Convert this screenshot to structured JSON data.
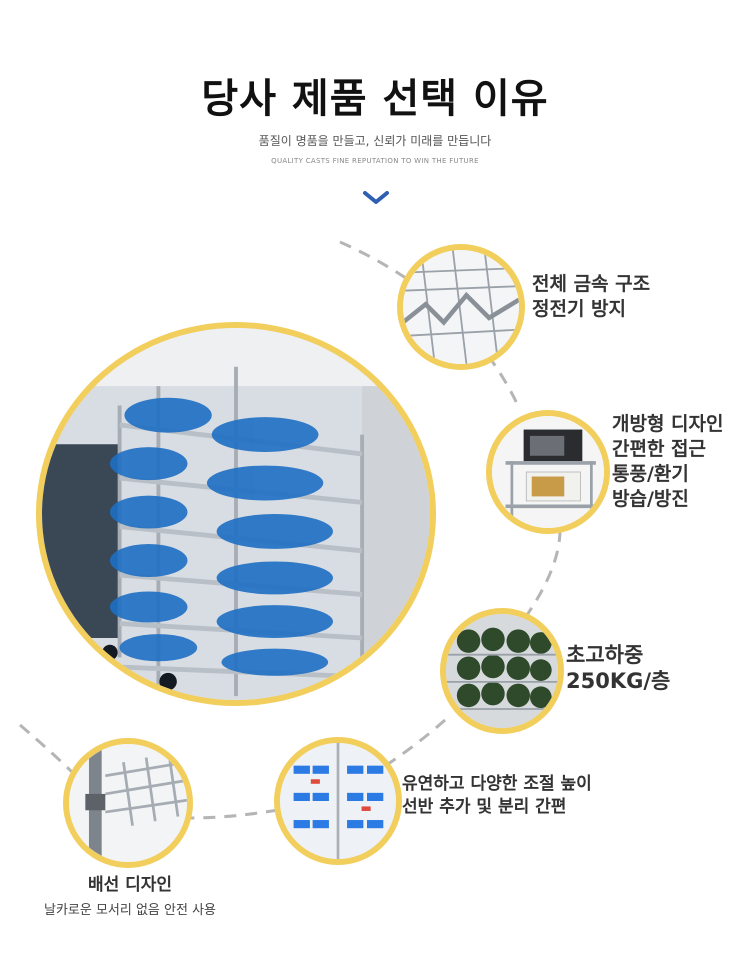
{
  "header": {
    "title": "당사 제품 선택 이유",
    "subtitle_ko": "품질이 명품을 만들고, 신뢰가 미래를 만듭니다",
    "subtitle_en": "QUALITY CASTS FINE REPUTATION TO WIN THE FUTURE"
  },
  "colors": {
    "accent": "#f2ce5c",
    "chevron": "#2f5fb0",
    "dash": "#b5b5b5"
  },
  "features": {
    "metal": {
      "line1": "전체 금속 구조",
      "line2": "정전기 방지"
    },
    "open": {
      "line1": "개방형 디자인",
      "line2": "간편한 접근",
      "line3": "통풍/환기",
      "line4": "방습/방진"
    },
    "load": {
      "line1": "초고하중",
      "line2": "250KG/층"
    },
    "adjust": {
      "line1": "유연하고 다양한 조절 높이",
      "line2": "선반 추가 및 분리 간편"
    },
    "wire": {
      "line1": "배선 디자인",
      "line2": "날카로운 모서리 없음 안전 사용"
    }
  },
  "icons": {
    "chevron": "chevron-down-icon"
  }
}
